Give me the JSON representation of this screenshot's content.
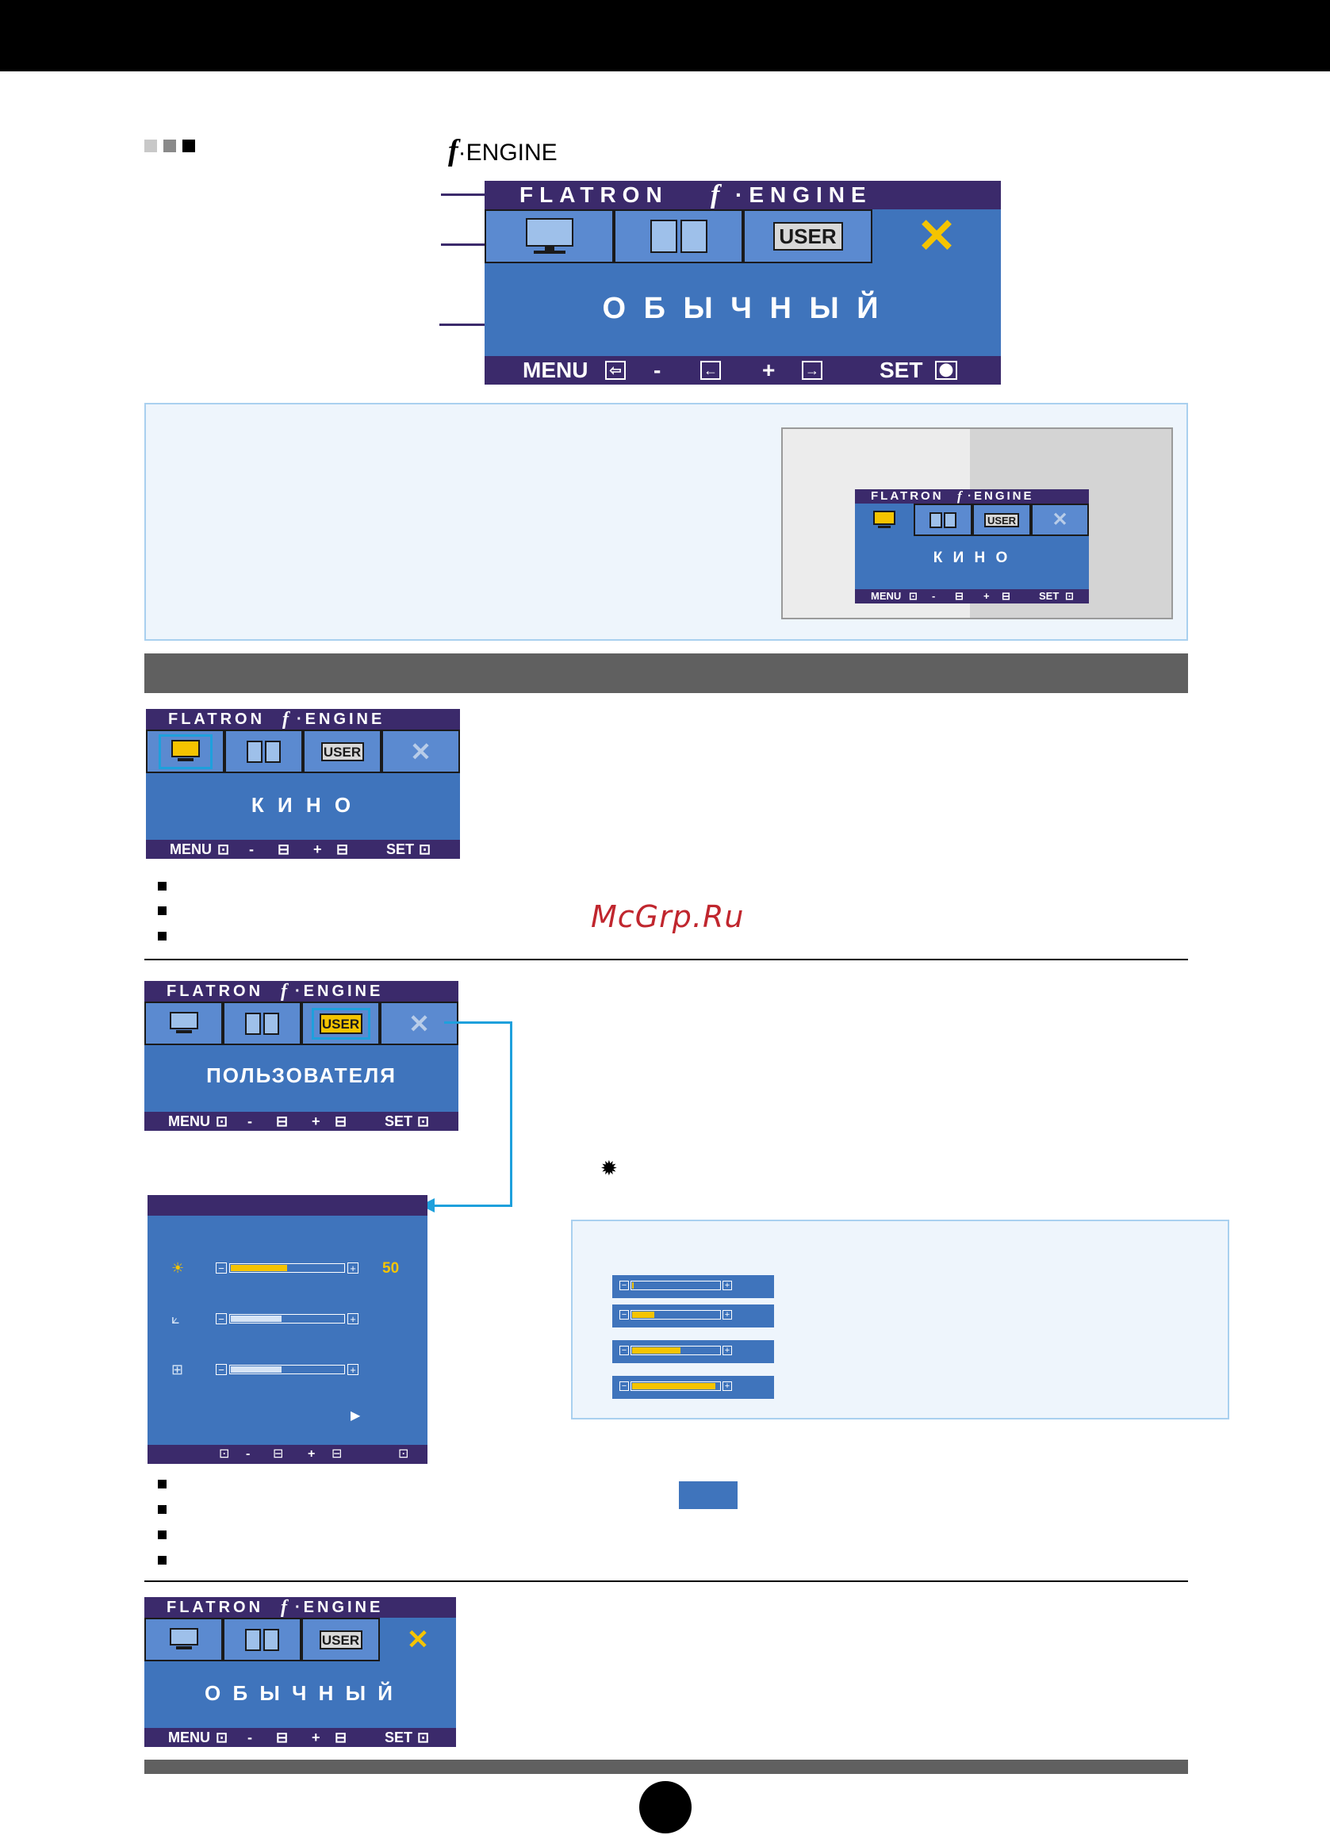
{
  "header": {
    "title_glyph": "f",
    "title_dot": "·",
    "title_text": "ENGINE"
  },
  "osd_common": {
    "brand": "FLATRON",
    "engine_f": "f",
    "engine_text": "·ENGINE",
    "user_label": "USER",
    "footer_menu": "MENU",
    "footer_minus": "-",
    "footer_plus": "+",
    "footer_set": "SET"
  },
  "osd_large": {
    "mode": "О Б Ы Ч Н Ы Й"
  },
  "osd_preview": {
    "mode": "К И Н О"
  },
  "osd_movie": {
    "mode": "К И Н О"
  },
  "osd_user": {
    "mode": "ПОЛЬЗОВАТЕЛЯ"
  },
  "osd_normal": {
    "mode": "О Б Ы Ч Н Ы Й"
  },
  "slider_panel": {
    "brightness_value": "50",
    "brightness": 0.5,
    "sharpness": 0.45,
    "saturation": 0.45
  },
  "level_examples": [
    0.02,
    0.25,
    0.55,
    0.95
  ],
  "watermark": "McGrp.Ru",
  "colors": {
    "osd_blue": "#3f74bc",
    "osd_purple": "#3b2a6b",
    "highlight_yellow": "#f5c400",
    "connector_cyan": "#1ea0dc",
    "watermark_red": "#c0262e"
  }
}
